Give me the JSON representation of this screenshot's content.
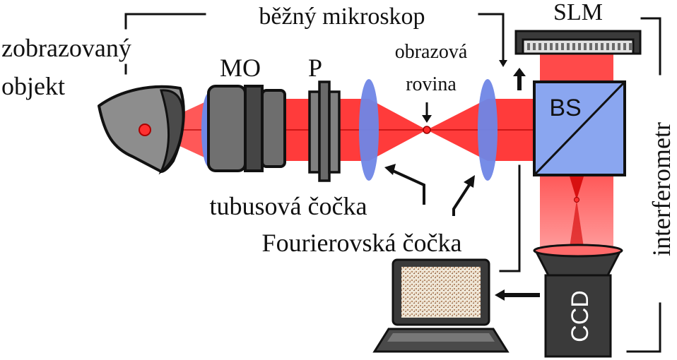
{
  "labels": {
    "bezny_mikroskop": "běžný mikroskop",
    "slm": "SLM",
    "zobrazovany": "zobrazovaný",
    "objekt": "objekt",
    "mo": "MO",
    "p": "P",
    "obrazova": "obrazová",
    "rovina": "rovina",
    "bs": "BS",
    "tubusova_cocka": "tubusová čočka",
    "fourierovska_cocka": "Fourierovská čočka",
    "interferometr": "interferometr",
    "ccd": "CCD"
  },
  "colors": {
    "beam": "#ff2a2a",
    "beam_light": "#ff9a9a",
    "lens": "#6f86e6",
    "bs_cube": "#8aa6f0",
    "objective_gray": "#6e6e6e",
    "dark_gray": "#3c3c3c",
    "object_gray": "#8d8d8d",
    "screen": "#efe6d6"
  }
}
